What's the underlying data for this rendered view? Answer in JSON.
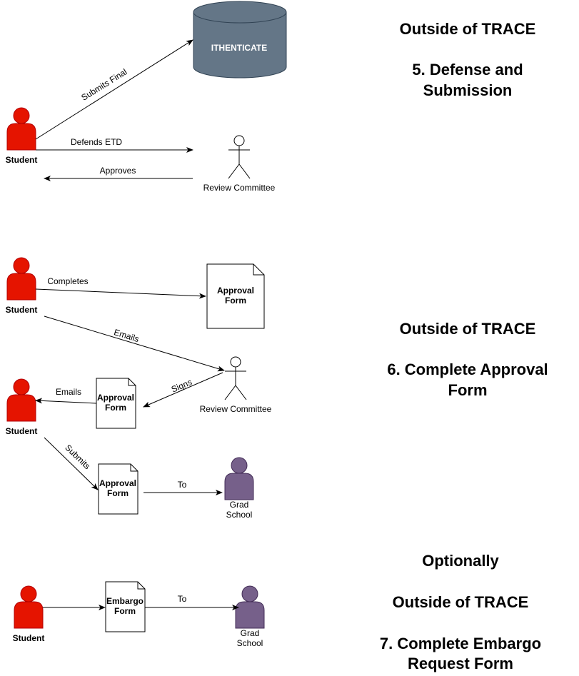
{
  "colors": {
    "student": "#e51400",
    "student_stroke": "#b20000",
    "grad_school": "#76608a",
    "grad_school_stroke": "#432d57",
    "database": "#647687",
    "database_stroke": "#314354"
  },
  "section5": {
    "heading_line1": "Outside of TRACE",
    "heading_line2": "5. Defense and",
    "heading_line3": "Submission",
    "database_label": "ITHENTICATE",
    "student_label": "Student",
    "committee_label": "Review Committee",
    "edge_submits_final": "Submits Final",
    "edge_defends": "Defends ETD",
    "edge_approves": "Approves"
  },
  "section6": {
    "heading_line1": "Outside of TRACE",
    "heading_line2": "6. Complete Approval",
    "heading_line3": "Form",
    "student_label": "Student",
    "committee_label": "Review Committee",
    "form_line1": "Approval",
    "form_line2": "Form",
    "grad_line1": "Grad",
    "grad_line2": "School",
    "edge_completes": "Completes",
    "edge_emails_1": "Emails",
    "edge_signs": "Signs",
    "edge_emails_2": "Emails",
    "edge_submits": "Submits",
    "edge_to": "To"
  },
  "section7": {
    "heading_line1": "Optionally",
    "heading_line2": "Outside of TRACE",
    "heading_line3": "7. Complete Embargo",
    "heading_line4": "Request Form",
    "student_label": "Student",
    "form_line1": "Embargo",
    "form_line2": "Form",
    "grad_line1": "Grad",
    "grad_line2": "School",
    "edge_to": "To"
  }
}
